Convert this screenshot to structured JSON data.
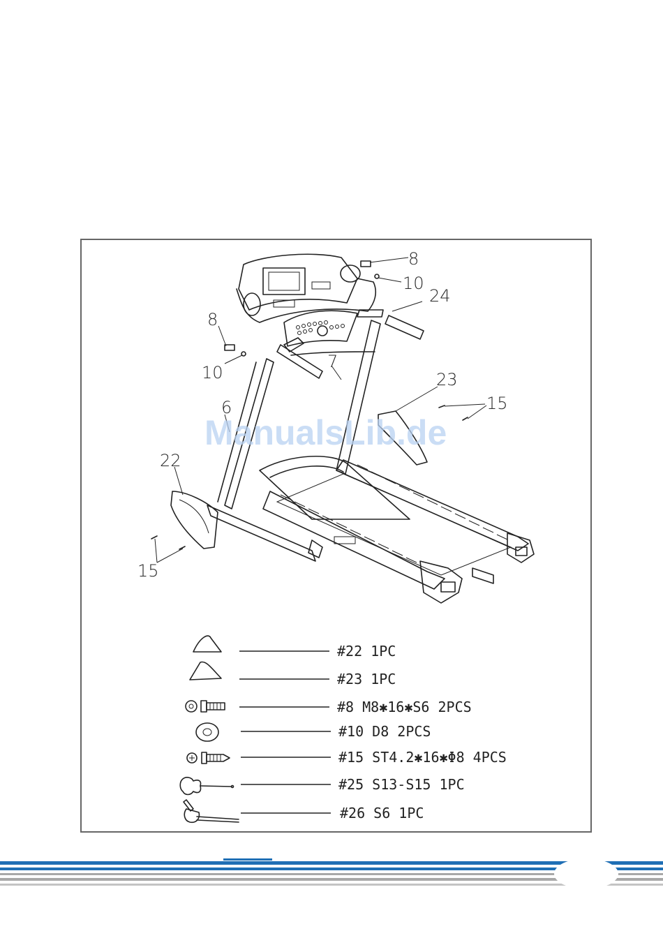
{
  "watermark": "ManualsLib.de",
  "callouts": {
    "c8_right": "8",
    "c10_right": "10",
    "c24": "24",
    "c8_left": "8",
    "c10_left": "10",
    "c7": "7",
    "c23": "23",
    "c15_right": "15",
    "c6": "6",
    "c22": "22",
    "c15_left": "15"
  },
  "parts_list": [
    {
      "icon": "end-cap-left-icon",
      "text": "#22  1PC"
    },
    {
      "icon": "end-cap-right-icon",
      "text": "#23  1PC"
    },
    {
      "icon": "bolt-washer-icon",
      "text": "#8 M8✱16✱S6 2PCS"
    },
    {
      "icon": "washer-icon",
      "text": "#10 D8 2PCS"
    },
    {
      "icon": "screw-icon",
      "text": "#15 ST4.2✱16✱Φ8 4PCS"
    },
    {
      "icon": "wrench-icon",
      "text": "#25 S13-S15 1PC"
    },
    {
      "icon": "allen-key-icon",
      "text": "#26 S6 1PC"
    }
  ],
  "colors": {
    "footer_blue": "#1f6fb5",
    "footer_grey": "#a8a8a8",
    "watermark": "#b9d2f2"
  }
}
